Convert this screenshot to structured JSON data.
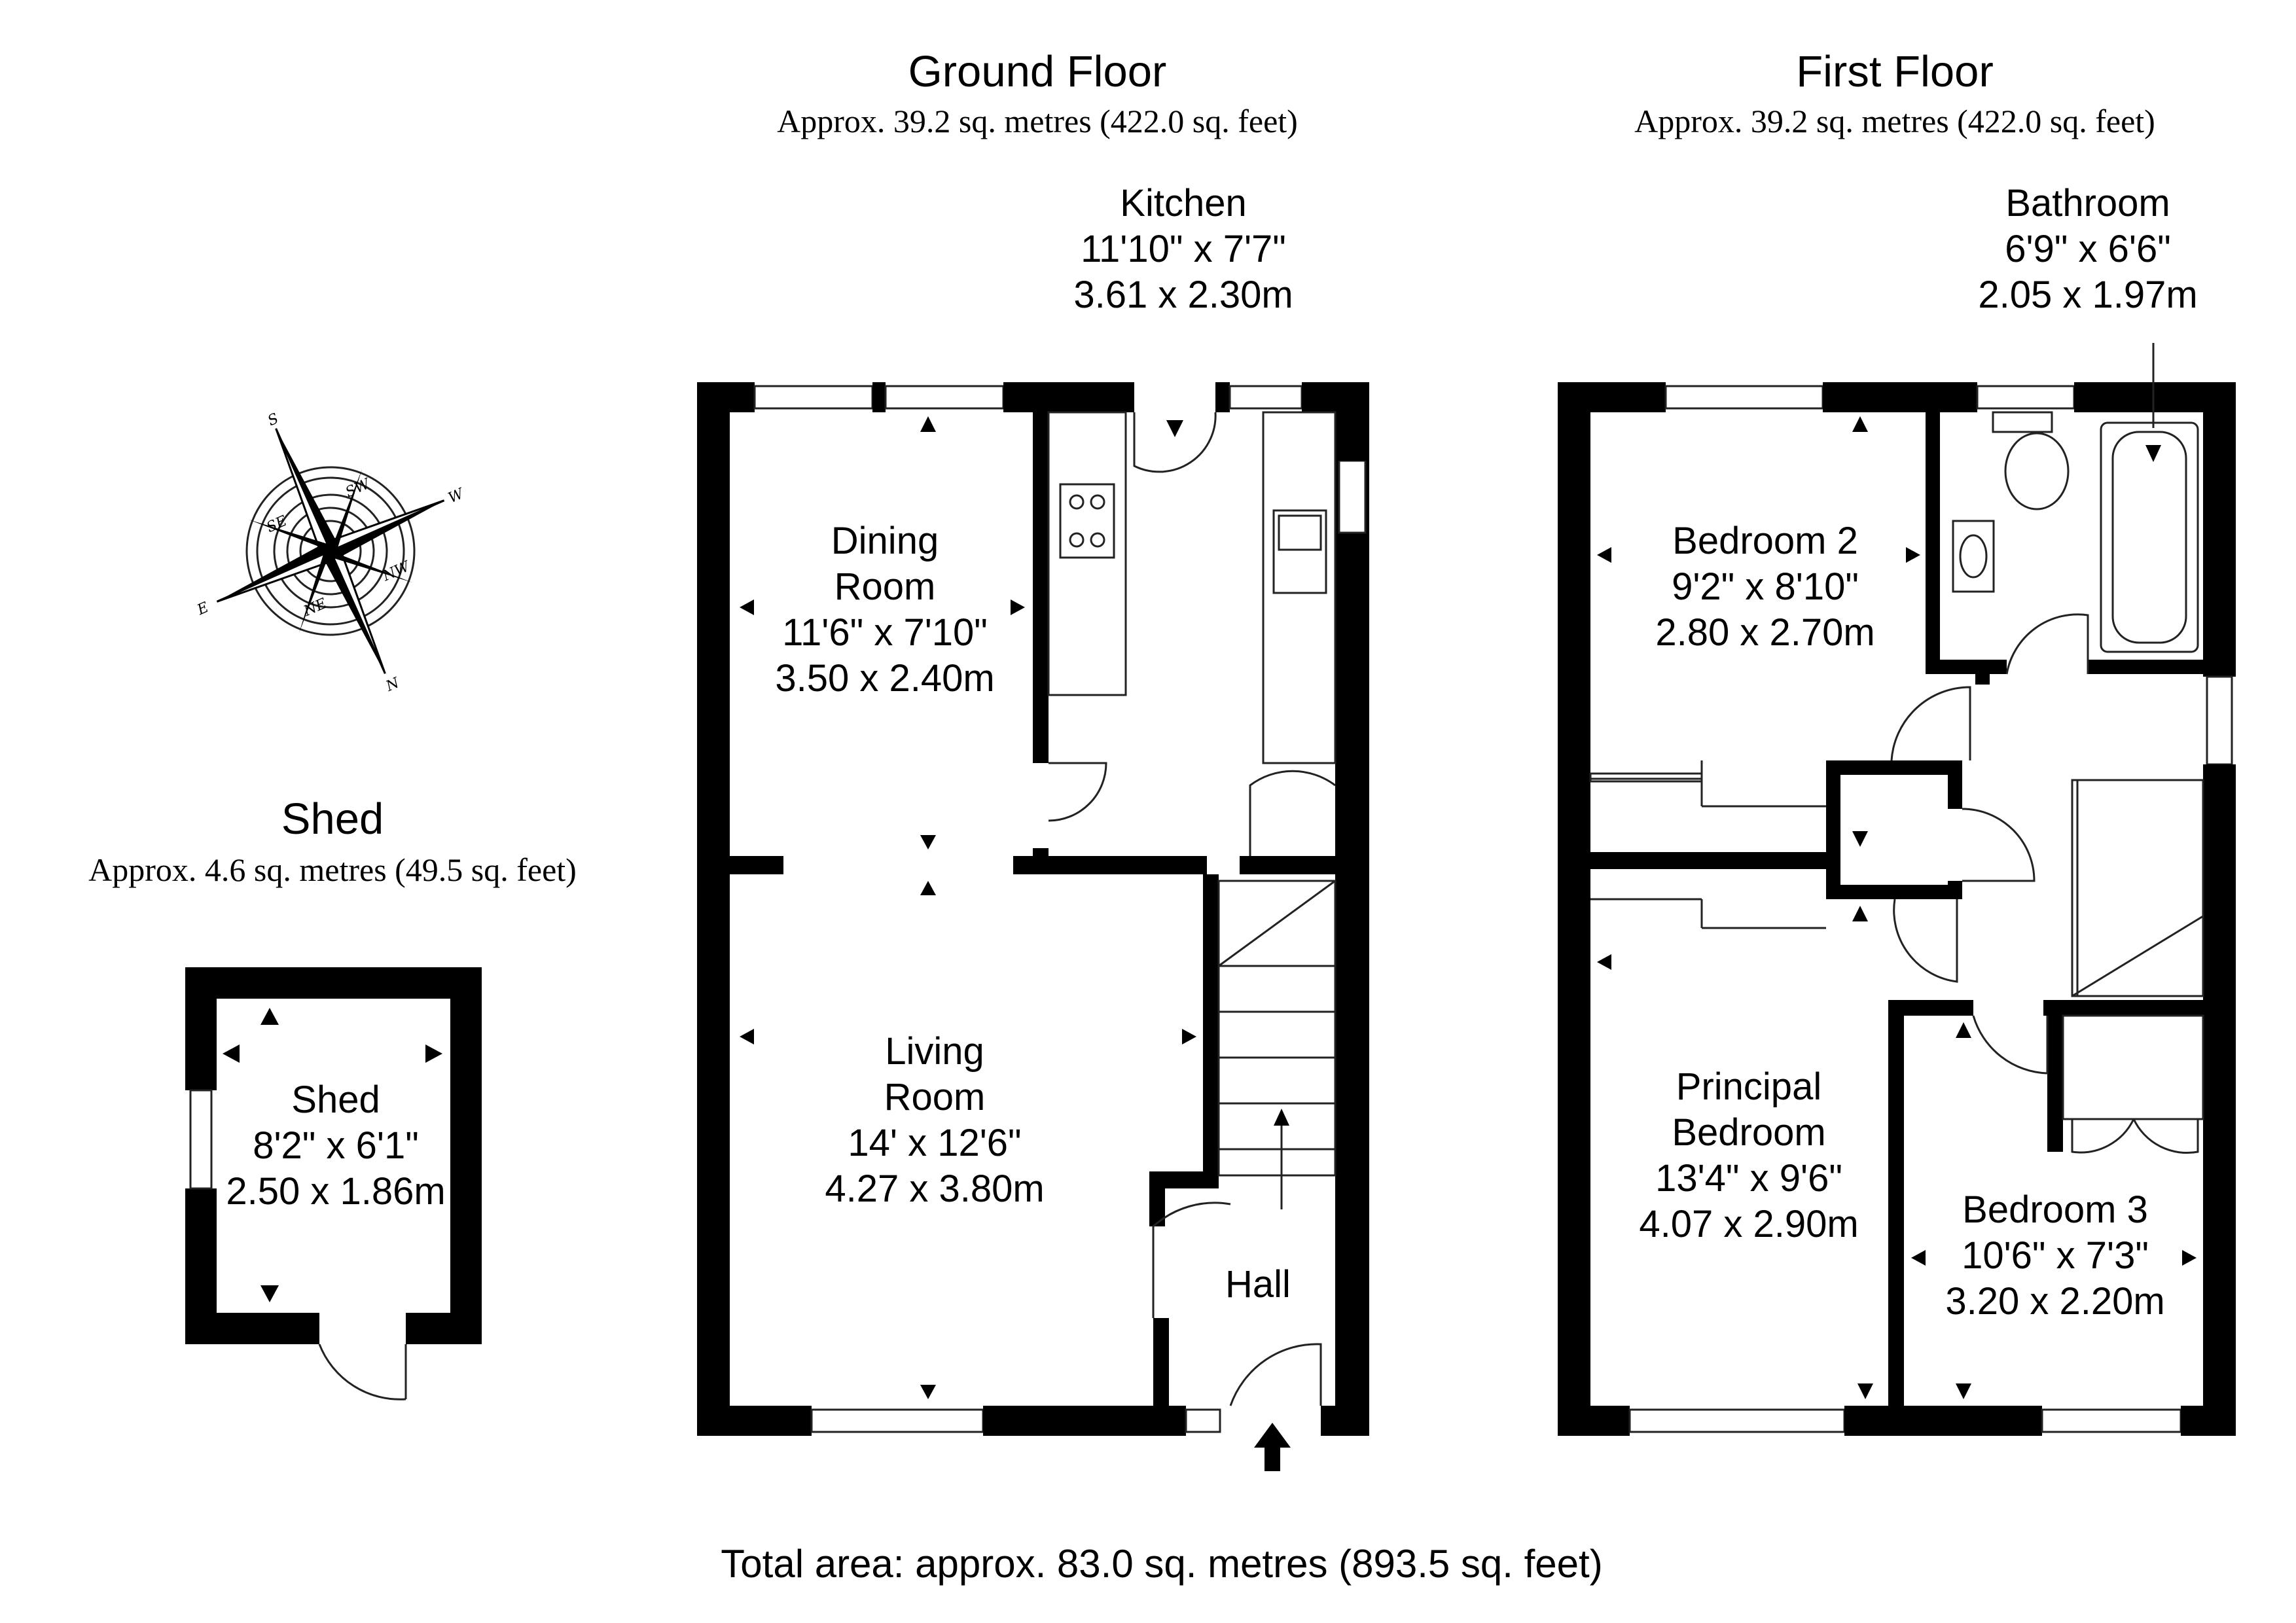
{
  "ground_floor": {
    "title": "Ground Floor",
    "area": "Approx. 39.2 sq. metres (422.0 sq. feet)",
    "rooms": {
      "kitchen": {
        "name": "Kitchen",
        "imperial": "11'10\" x 7'7\"",
        "metric": "3.61 x 2.30m"
      },
      "dining": {
        "name_line1": "Dining",
        "name_line2": "Room",
        "imperial": "11'6\" x 7'10\"",
        "metric": "3.50 x 2.40m"
      },
      "living": {
        "name_line1": "Living",
        "name_line2": "Room",
        "imperial": "14' x 12'6\"",
        "metric": "4.27 x 3.80m"
      },
      "hall": {
        "name": "Hall"
      }
    }
  },
  "first_floor": {
    "title": "First Floor",
    "area": "Approx. 39.2 sq. metres (422.0 sq. feet)",
    "rooms": {
      "bathroom": {
        "name": "Bathroom",
        "imperial": "6'9\" x 6'6\"",
        "metric": "2.05 x 1.97m"
      },
      "bedroom2": {
        "name": "Bedroom 2",
        "imperial": "9'2\" x 8'10\"",
        "metric": "2.80 x 2.70m"
      },
      "principal": {
        "name_line1": "Principal",
        "name_line2": "Bedroom",
        "imperial": "13'4\" x 9'6\"",
        "metric": "4.07 x 2.90m"
      },
      "bedroom3": {
        "name": "Bedroom 3",
        "imperial": "10'6\" x 7'3\"",
        "metric": "3.20 x 2.20m"
      }
    }
  },
  "shed": {
    "title": "Shed",
    "area": "Approx. 4.6 sq. metres (49.5 sq. feet)",
    "room": {
      "name": "Shed",
      "imperial": "8'2\" x 6'1\"",
      "metric": "2.50 x 1.86m"
    }
  },
  "compass": {
    "N": "N",
    "S": "S",
    "E": "E",
    "W": "W",
    "SE": "SE",
    "SW": "SW",
    "NE": "NE",
    "NW": "NW"
  },
  "total_area": "Total area: approx. 83.0 sq. metres (893.5 sq. feet)",
  "colors": {
    "wall": "#000000",
    "line": "#222222",
    "background": "#ffffff"
  }
}
